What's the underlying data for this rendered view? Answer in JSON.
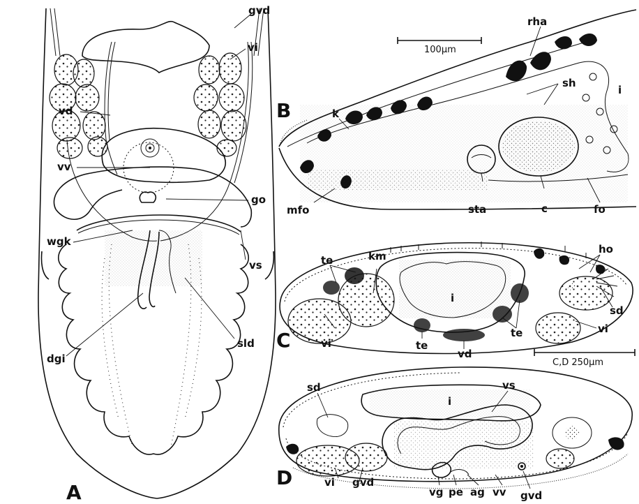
{
  "panels": {
    "A": "A",
    "B": "B",
    "C": "C",
    "D": "D"
  },
  "scales": {
    "b": "100μm",
    "cd": "C,D 250μm"
  },
  "labels": {
    "gvd": "gvd",
    "vi": "vi",
    "vd": "vd",
    "vv": "vv",
    "go": "go",
    "wgk": "wgk",
    "vs": "vs",
    "dgi": "dgi",
    "sld": "sld",
    "rha": "rha",
    "sh": "sh",
    "i": "i",
    "k": "k",
    "mfo": "mfo",
    "sta": "sta",
    "c": "c",
    "fo": "fo",
    "te": "te",
    "km": "km",
    "ho": "ho",
    "sd": "sd",
    "vg": "vg",
    "pe": "pe",
    "ag": "ag"
  }
}
